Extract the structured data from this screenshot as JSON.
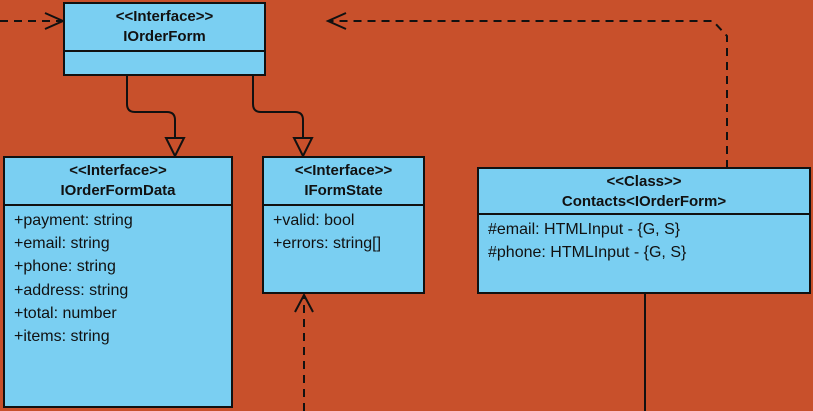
{
  "diagram": {
    "background_color": "#c8502b",
    "box_color": "#7acff2",
    "line_color": "#111111",
    "classes": {
      "iorderform": {
        "stereotype": "<<Interface>>",
        "name": "IOrderForm",
        "attributes": []
      },
      "iorderformdata": {
        "stereotype": "<<Interface>>",
        "name": "IOrderFormData",
        "attributes": [
          "+payment: string",
          "+email: string",
          "+phone: string",
          "+address: string",
          "+total: number",
          "+items: string"
        ]
      },
      "iformstate": {
        "stereotype": "<<Interface>>",
        "name": "IFormState",
        "attributes": [
          "+valid: bool",
          "+errors: string[]"
        ]
      },
      "contacts": {
        "stereotype": "<<Class>>",
        "name": "Contacts<IOrderForm>",
        "attributes": [
          "#email: HTMLInput - {G, S}",
          "#phone: HTMLInput - {G, S}"
        ]
      }
    }
  }
}
